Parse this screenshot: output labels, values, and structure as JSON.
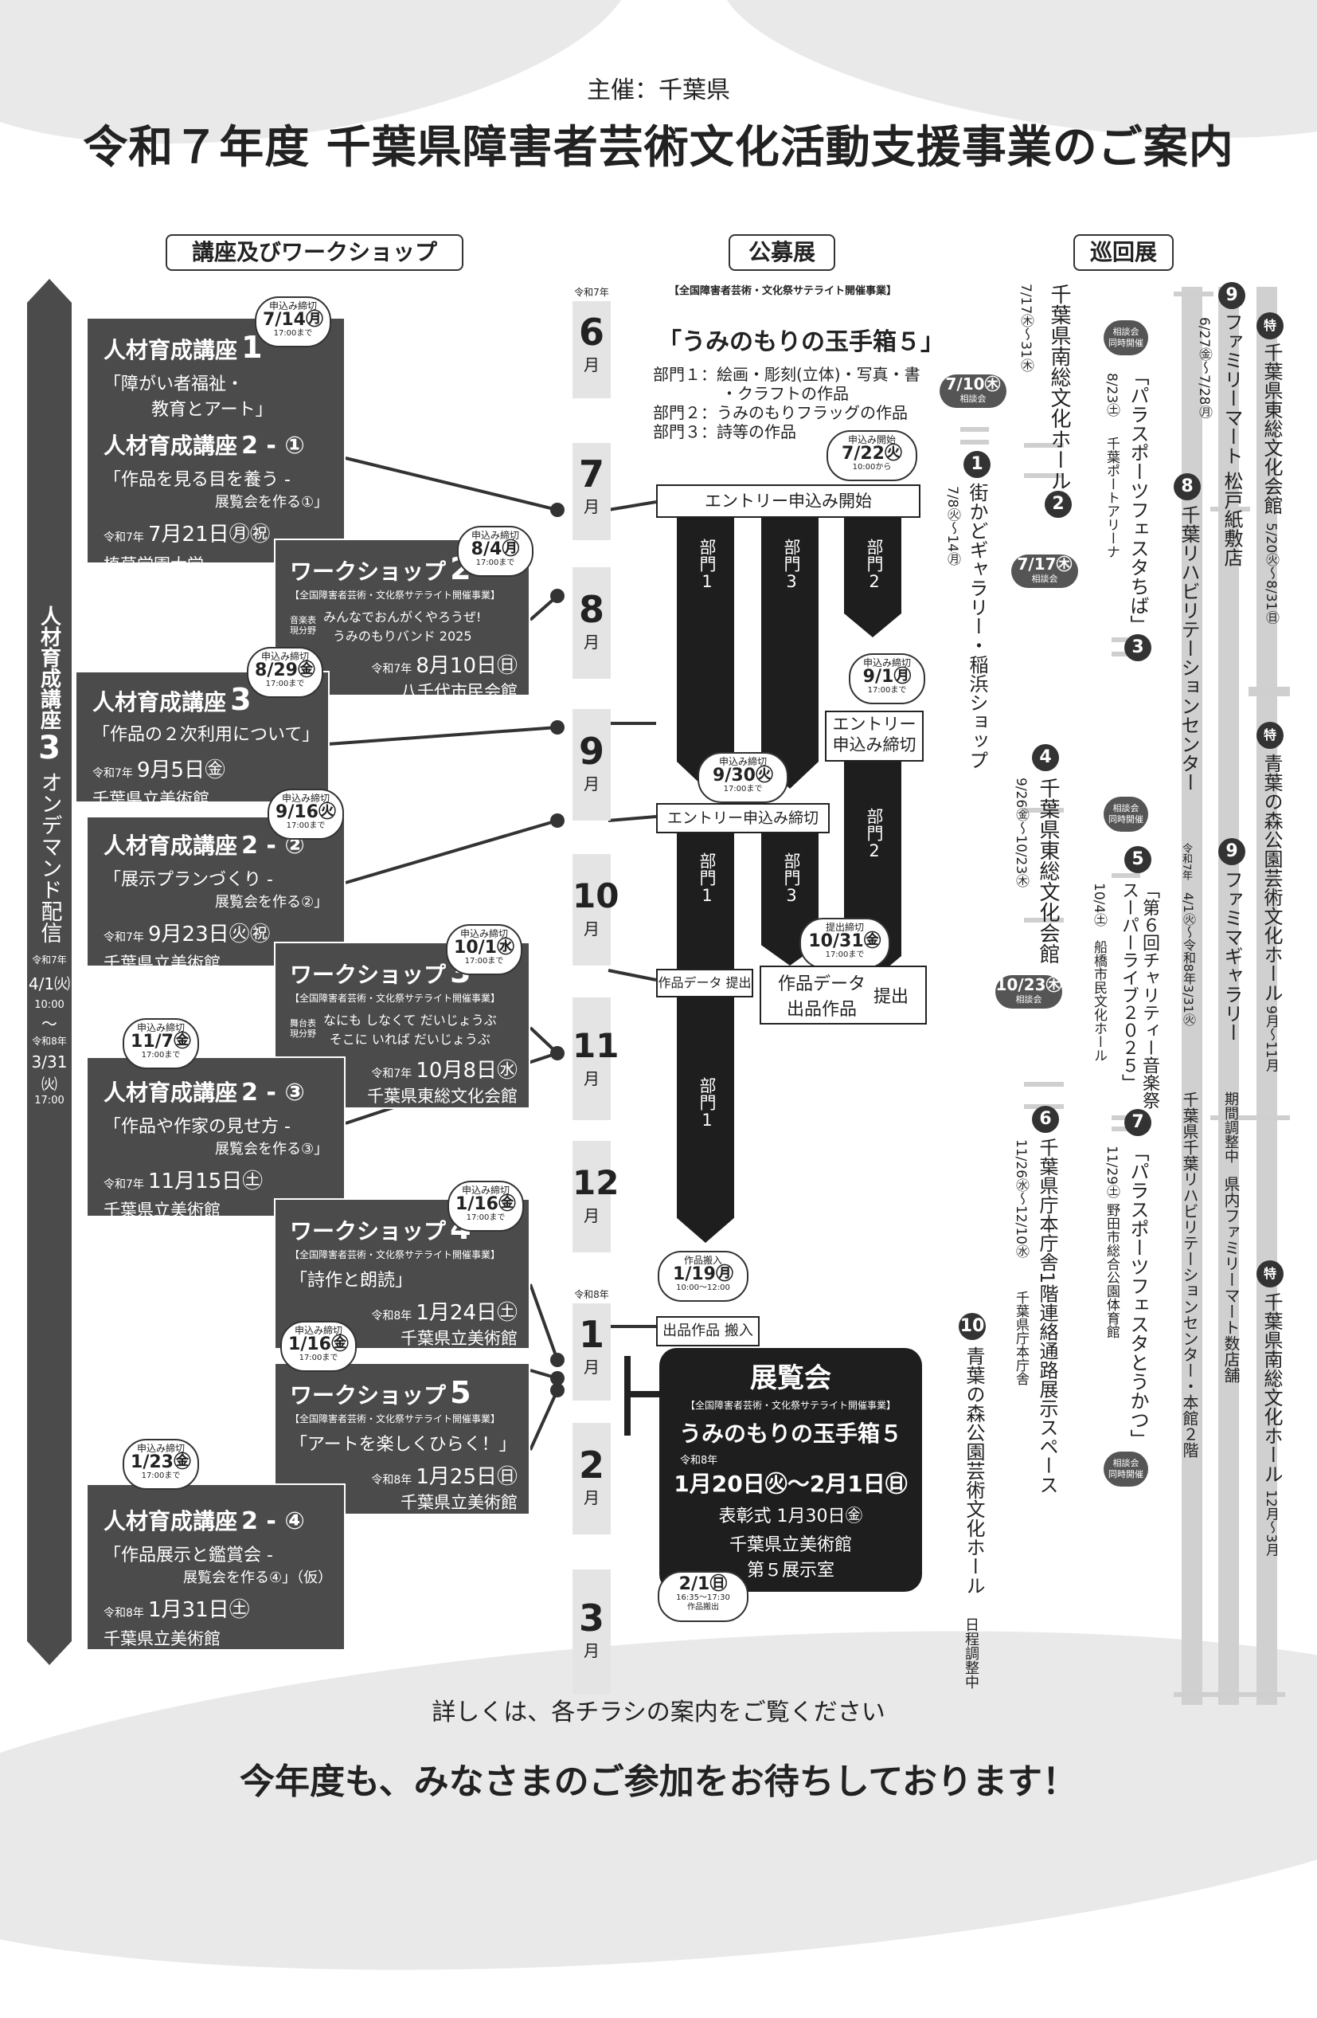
{
  "header": {
    "sponsor": "主催：千葉県",
    "title": "令和７年度 千葉県障害者芸術文化活動支援事業のご案内"
  },
  "sections": {
    "workshops": "講座及びワークショップ",
    "exhibition": "公募展",
    "touring": "巡回展"
  },
  "ondemand": {
    "title": "人材育成講座",
    "num": "3",
    "sub": "オンデマンド配信",
    "era_start": "令和7年",
    "start": "4/1㈫",
    "start_time": "10:00",
    "tilde": "〜",
    "era_end": "令和8年",
    "end": "3/31㈫",
    "end_time": "17:00"
  },
  "left_items": [
    {
      "kind": "lecture",
      "title": "人材育成講座",
      "num": "1",
      "line1": "「障がい者福祉・",
      "line2": "教育とアート」",
      "date": "",
      "place": "",
      "deadline_label": "申込み締切",
      "deadline": "7/14㊊",
      "deadline_time": "17:00まで"
    },
    {
      "kind": "lecture",
      "title": "人材育成講座",
      "num": "2 - ①",
      "line1": "「作品を見る目を養う -",
      "line2": "展覧会を作る①」",
      "era": "令和7年",
      "date": "7月21日㊊㊗",
      "place": "植草学園大学"
    },
    {
      "kind": "workshop",
      "title": "ワークショップ",
      "num": "2",
      "tag": "【全国障害者芸術・文化祭サテライト開催事業】",
      "genre": "音楽表現分野",
      "line1": "みんなでおんがくやろうぜ!",
      "line2": "うみのもりバンド 2025",
      "era": "令和7年",
      "date": "8月10日㊐",
      "place": "八千代市民会館",
      "deadline_label": "申込み締切",
      "deadline": "8/4㊊",
      "deadline_time": "17:00まで"
    },
    {
      "kind": "lecture",
      "title": "人材育成講座",
      "num": "3",
      "line1": "「作品の２次利用について」",
      "era": "令和7年",
      "date": "9月5日㊎",
      "place": "千葉県立美術館",
      "deadline_label": "申込み締切",
      "deadline": "8/29㊎",
      "deadline_time": "17:00まで"
    },
    {
      "kind": "lecture",
      "title": "人材育成講座",
      "num": "2 - ②",
      "line1": "「展示プランづくり -",
      "line2": "展覧会を作る②」",
      "era": "令和7年",
      "date": "9月23日㊋㊗",
      "place": "千葉県立美術館",
      "deadline_label": "申込み締切",
      "deadline": "9/16㊋",
      "deadline_time": "17:00まで"
    },
    {
      "kind": "workshop",
      "title": "ワークショップ",
      "num": "3",
      "tag": "【全国障害者芸術・文化祭サテライト開催事業】",
      "genre": "舞台表現分野",
      "line1": "なにも しなくて だいじょうぶ",
      "line2": "そこに いれば だいじょうぶ",
      "era": "令和7年",
      "date": "10月8日㊌",
      "place": "千葉県東総文化会館",
      "deadline_label": "申込み締切",
      "deadline": "10/1㊌",
      "deadline_time": "17:00まで"
    },
    {
      "kind": "lecture",
      "title": "人材育成講座",
      "num": "2 - ③",
      "line1": "「作品や作家の見せ方 -",
      "line2": "展覧会を作る③」",
      "era": "令和7年",
      "date": "11月15日㊏",
      "place": "千葉県立美術館",
      "deadline_label": "申込み締切",
      "deadline": "11/7㊎",
      "deadline_time": "17:00まで"
    },
    {
      "kind": "workshop",
      "title": "ワークショップ",
      "num": "4",
      "tag": "【全国障害者芸術・文化祭サテライト開催事業】",
      "line1": "「詩作と朗読」",
      "era": "令和8年",
      "date": "1月24日㊏",
      "place": "千葉県立美術館",
      "deadline_label": "申込み締切",
      "deadline": "1/16㊎",
      "deadline_time": "17:00まで"
    },
    {
      "kind": "workshop",
      "title": "ワークショップ",
      "num": "5",
      "tag": "【全国障害者芸術・文化祭サテライト開催事業】",
      "line1": "「アートを楽しくひらく！」",
      "era": "令和8年",
      "date": "1月25日㊐",
      "place": "千葉県立美術館",
      "deadline_label": "申込み締切",
      "deadline": "1/16㊎",
      "deadline_time": "17:00まで"
    },
    {
      "kind": "lecture",
      "title": "人材育成講座",
      "num": "2 - ④",
      "line1": "「作品展示と鑑賞会 -",
      "line2": "展覧会を作る④」（仮）",
      "era": "令和8年",
      "date": "1月31日㊏",
      "place": "千葉県立美術館",
      "deadline_label": "申込み締切",
      "deadline": "1/23㊎",
      "deadline_time": "17:00まで"
    }
  ],
  "months": [
    {
      "n": "6",
      "u": "月",
      "era": "令和7年"
    },
    {
      "n": "7",
      "u": "月"
    },
    {
      "n": "8",
      "u": "月"
    },
    {
      "n": "9",
      "u": "月"
    },
    {
      "n": "10",
      "u": "月"
    },
    {
      "n": "11",
      "u": "月"
    },
    {
      "n": "12",
      "u": "月"
    },
    {
      "n": "1",
      "u": "月",
      "era": "令和8年"
    },
    {
      "n": "2",
      "u": "月"
    },
    {
      "n": "3",
      "u": "月"
    }
  ],
  "exhibition": {
    "tag": "【全国障害者芸術・文化祭サテライト開催事業】",
    "name": "「うみのもりの玉手箱５」",
    "cat1": "部門１：絵画・彫刻(立体)・写真・書",
    "cat1b": "・クラフトの作品",
    "cat2": "部門２：うみのもりフラッグの作品",
    "cat3": "部門３：詩等の作品",
    "entry_open_label": "申込み開始",
    "entry_open": "7/22㊋",
    "entry_open_time": "10:00から",
    "entry_start": "エントリー申込み開始",
    "dept1": "部門1",
    "dept2": "部門2",
    "dept3": "部門3",
    "d2_deadline_label": "申込み締切",
    "d2_deadline": "9/1㊊",
    "d2_deadline_time": "17:00まで",
    "d2_entry_close_a": "エントリー",
    "d2_entry_close_b": "申込み締切",
    "d13_deadline_label": "申込み締切",
    "d13_deadline": "9/30㊋",
    "d13_deadline_time": "17:00まで",
    "entry_close": "エントリー申込み締切",
    "data_submit": "作品データ 提出",
    "submit_label": "提出締切",
    "submit_deadline": "10/31㊎",
    "submit_time": "17:00まで",
    "submit_box_a": "作品データ",
    "submit_box_b": "出品作品",
    "submit_box_c": "提出",
    "carry_label": "作品搬入",
    "carry_date": "1/19㊊",
    "carry_time": "10:00〜12:00",
    "carry_box": "出品作品 搬入",
    "show_title": "展覧会",
    "show_tag": "【全国障害者芸術・文化祭サテライト開催事業】",
    "show_name": "うみのもりの玉手箱５",
    "show_era": "令和8年",
    "show_dates": "1月20日㊋〜2月1日㊐",
    "award": "表彰式 1月30日㊎",
    "venue1": "千葉県立美術館",
    "venue2": "第５展示室",
    "out_date": "2/1㊐",
    "out_time": "16:35〜17:30",
    "out_label": "作品搬出"
  },
  "touring": {
    "c1": {
      "n": "1",
      "place": "街かどギャラリー・稲浜ショップ",
      "date": "7/8㊋〜14㊊",
      "consult": "7/10㊍",
      "consult_label": "相談会"
    },
    "venue_minami_a": "千葉県南総文化ホール",
    "venue_minami_a_date": "7/17㊍〜31㊍",
    "c2": {
      "n": "2",
      "consult": "7/17㊍",
      "consult_label": "相談会"
    },
    "c3": {
      "n": "3",
      "title": "「パラスポーツフェスタちば」",
      "date": "8/23㊏",
      "place": "千葉ポートアリーナ",
      "consult_a": "相談会",
      "consult_b": "同時開催"
    },
    "c4": {
      "n": "4",
      "place": "千葉県東総文化会館",
      "date": "9/26㊎〜10/23㊍",
      "consult": "10/23㊍",
      "consult_label": "相談会"
    },
    "c5": {
      "n": "5",
      "title": "「第６回チャリティー音楽祭スーパーライブ２０２５」",
      "date": "10/4㊏",
      "place": "船橋市民文化ホール",
      "consult_a": "相談会",
      "consult_b": "同時開催"
    },
    "c6": {
      "n": "6",
      "place": "千葉県庁本庁舎1階連絡通路展示スペース",
      "date": "11/26㊌〜12/10㊌",
      "place2": "千葉県庁本庁舎"
    },
    "c7": {
      "n": "7",
      "title": "「パラスポーツフェスタとうかつ」",
      "date": "11/29㊏",
      "place": "野田市総合公園体育館",
      "consult_a": "相談会",
      "consult_b": "同時開催"
    },
    "c8": {
      "n": "8",
      "place": "千葉リハビリテーションセンター",
      "era": "令和7年",
      "date": "4/1㊋〜令和8年3/31㊋",
      "place2": "千葉県千葉リハビリテーションセンター・本館２階"
    },
    "c9a": {
      "n": "9",
      "place": "ファミリーマート 松戸紙敷店",
      "date": "6/27㊎〜7/28㊊"
    },
    "c9b": {
      "n": "9",
      "place": "ファミマギャラリー",
      "period": "期間調整中",
      "place2": "県内ファミリーマート数店舗"
    },
    "c10": {
      "n": "10",
      "place": "青葉の森公園芸術文化ホール",
      "period": "日程調整中"
    },
    "s1": {
      "label": "特",
      "place": "千葉県東総文化会館",
      "date": "5/20㊋〜8/31㊐"
    },
    "s2": {
      "label": "特",
      "place": "青葉の森公園芸術文化ホール",
      "date": "9月〜11月"
    },
    "s3": {
      "label": "特",
      "place": "千葉県南総文化ホール",
      "date": "12月〜3月"
    }
  },
  "footer": {
    "line1": "詳しくは、各チラシの案内をご覧ください",
    "line2": "今年度も、みなさまのご参加をお待ちしております！"
  }
}
